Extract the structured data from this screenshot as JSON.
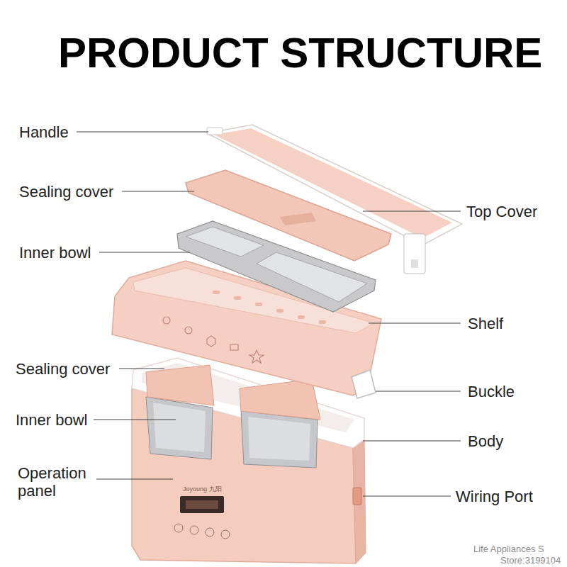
{
  "diagram": {
    "title": "PRODUCT STRUCTURE",
    "labels": [
      "Handle",
      "Sealing cover",
      "Inner bowl",
      "Top Cover",
      "Shelf",
      "Sealing cover",
      "Buckle",
      "Inner bowl",
      "Body",
      "Operation panel",
      "Wiring Port",
      "Joyoung 九阳",
      "Life Appliances S",
      "Store:3199104"
    ]
  }
}
